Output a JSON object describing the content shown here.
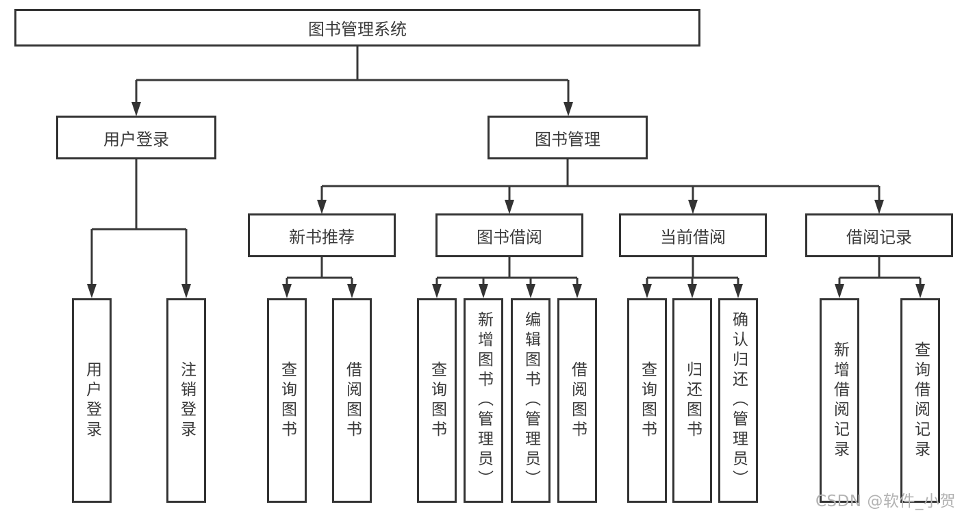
{
  "diagram": {
    "root": "图书管理系统",
    "level2": {
      "user_login": "用户登录",
      "book_mgmt": "图书管理"
    },
    "level3": {
      "new_book_rec": "新书推荐",
      "book_borrow": "图书借阅",
      "current_borrow": "当前借阅",
      "borrow_records": "借阅记录"
    },
    "level4": {
      "ul_login": "用户登录",
      "ul_logout": "注销登录",
      "nr_query": "查询图书",
      "nr_borrow": "借阅图书",
      "bb_query": "查询图书",
      "bb_add": "新增图书（管理员）",
      "bb_edit": "编辑图书（管理员）",
      "bb_borrow": "借阅图书",
      "cb_query": "查询图书",
      "cb_return": "归还图书",
      "cb_confirm": "确认归还（管理员）",
      "br_add": "新增借阅记录",
      "br_query": "查询借阅记录"
    }
  },
  "watermark": "CSDN @软件_小贺同学",
  "colors": {
    "line": "#383838",
    "text": "#3a3a3a",
    "watermark": "#b3b3b3"
  }
}
